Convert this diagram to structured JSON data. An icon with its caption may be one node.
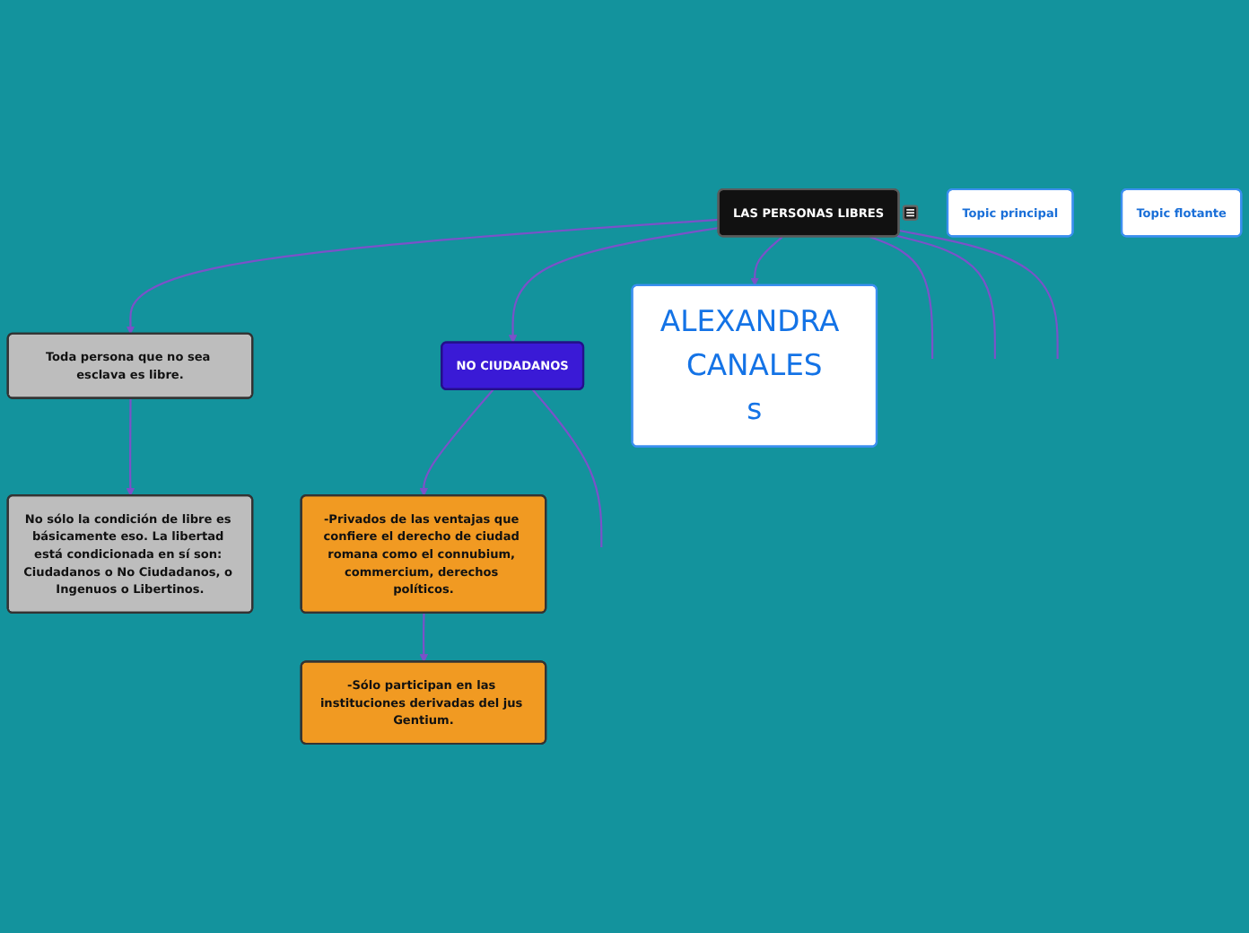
{
  "diagram": {
    "nodes": [
      {
        "text": [
          "LAS PERSONAS LIBRES"
        ]
      },
      {
        "text": [
          "NO CIUDADANOS"
        ]
      },
      {
        "text": [
          "Toda persona que no sea esclava es libre."
        ]
      },
      {
        "text": [
          "Topic principal"
        ]
      },
      {
        "text": [
          "Topic flotante"
        ]
      },
      {
        "text": [
          "No sólo la condición de libre es básicamente eso. La libertad está condicionada en sí son: Ciudadanos o No Ciudadanos, o Ingenuos o Libertinos."
        ]
      },
      {
        "text": [
          "ALEXANDRA CANALES",
          "s"
        ]
      },
      {
        "text": [
          "-Privados de las ventajas que confiere el derecho de ciudad romana como el connubium, commercium, derechos políticos."
        ]
      },
      {
        "text": [
          "-Sólo participan en las instituciones derivadas del jus Gentium."
        ]
      }
    ],
    "edges": [
      {
        "from": 0,
        "to": null,
        "arrow": "none"
      },
      {
        "from": 0,
        "to": 1,
        "arrow": "to"
      },
      {
        "from": 0,
        "to": 2,
        "arrow": "to"
      },
      {
        "from": 0,
        "to": 6,
        "arrow": "to"
      },
      {
        "from": 0,
        "to": null,
        "arrow": "none"
      },
      {
        "from": 0,
        "to": null,
        "arrow": "none"
      },
      {
        "from": 1,
        "to": null,
        "arrow": "none"
      },
      {
        "from": 2,
        "to": 5,
        "arrow": "to"
      },
      {
        "from": 1,
        "to": 7,
        "arrow": "to"
      },
      {
        "from": 7,
        "to": 8,
        "arrow": "to"
      }
    ]
  }
}
